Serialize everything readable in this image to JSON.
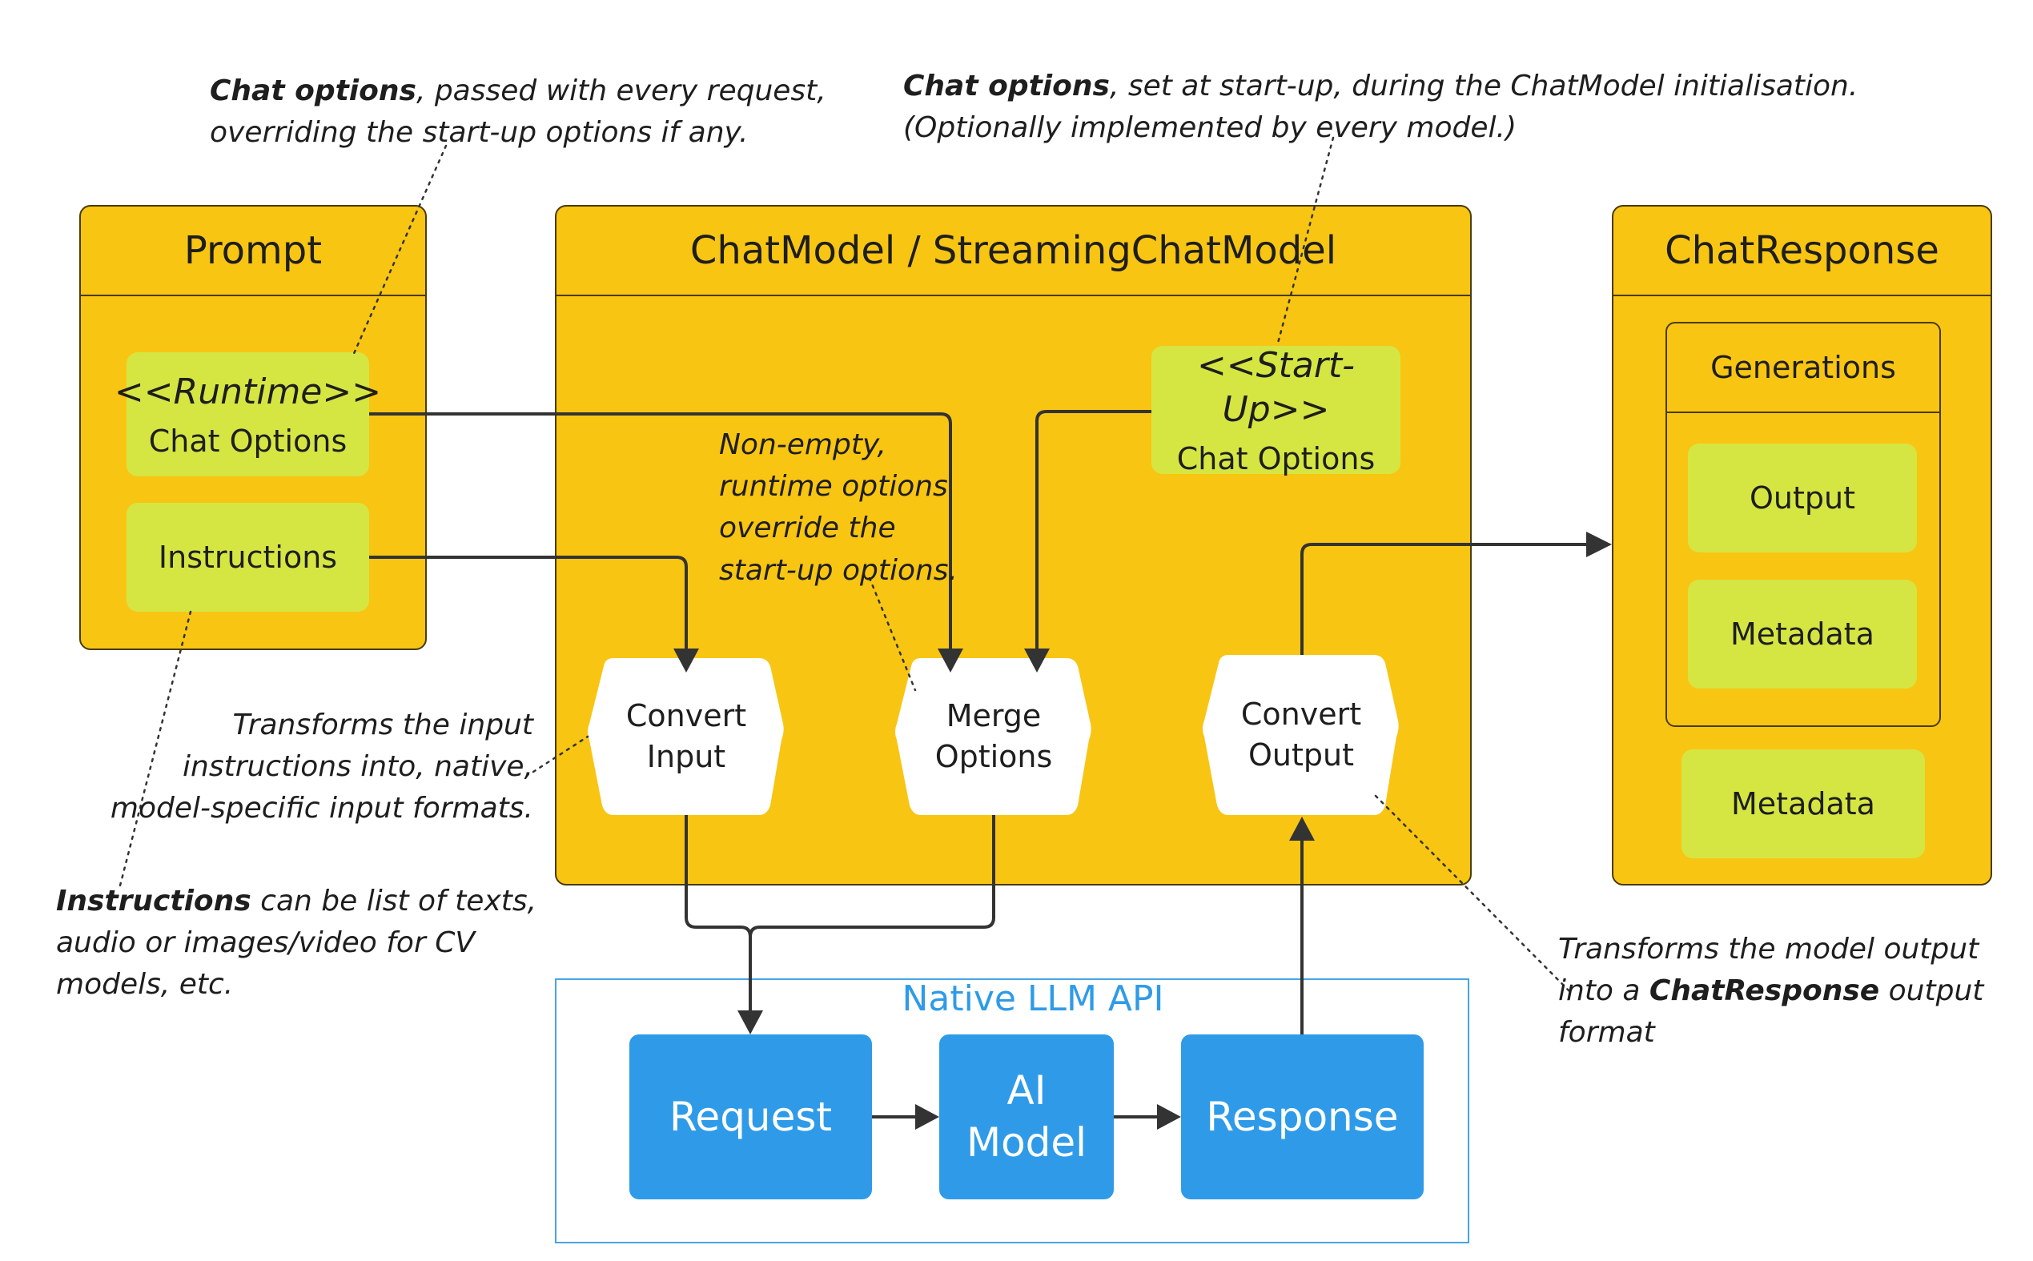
{
  "prompt": {
    "title": "Prompt",
    "runtime_stereotype": "<<Runtime>>",
    "runtime_label": "Chat Options",
    "instructions_label": "Instructions"
  },
  "chatmodel": {
    "title": "ChatModel / StreamingChatModel",
    "startup_stereotype": "<<Start-Up>>",
    "startup_label": "Chat Options",
    "convert_input": "Convert\nInput",
    "merge_options": "Merge\nOptions",
    "convert_output": "Convert\nOutput"
  },
  "chatresponse": {
    "title": "ChatResponse",
    "generations_title": "Generations",
    "output_label": "Output",
    "generation_metadata_label": "Metadata",
    "response_metadata_label": "Metadata"
  },
  "native_api": {
    "title": "Native LLM API",
    "request": "Request",
    "ai_model": "AI\nModel",
    "response": "Response"
  },
  "notes": {
    "runtime_options": {
      "bold": "Chat options",
      "line1_rest": ", passed with every  request,",
      "line2": "overriding the start-up options if any."
    },
    "startup_options": {
      "bold": "Chat options",
      "line1_rest": ", set at start-up, during  the ChatModel initialisation.",
      "line2": "(Optionally implemented by every model.)"
    },
    "merge": {
      "line1": "Non-empty,",
      "line2": "runtime options",
      "line3": "override the",
      "line4": "start-up options."
    },
    "convert_input": {
      "line1": "Transforms the input",
      "line2": "instructions into, native,",
      "line3": "model-specific input formats."
    },
    "instructions": {
      "bold": "Instructions",
      "line1_rest": " can be list of texts,",
      "line2": "audio or images/video for CV",
      "line3": "models, etc."
    },
    "convert_output": {
      "line1": "Transforms the model output",
      "line2_pre": "into  a ",
      "line2_bold": "ChatResponse",
      "line2_post": " output",
      "line3": "format"
    }
  },
  "colors": {
    "container_yellow": "#f8c513",
    "green_box": "#d5e643",
    "blue_box": "#2f9be8",
    "arrow": "#333333"
  }
}
